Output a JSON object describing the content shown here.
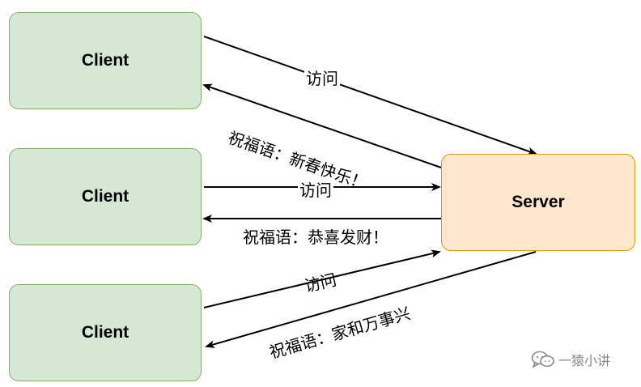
{
  "nodes": {
    "client1": "Client",
    "client2": "Client",
    "client3": "Client",
    "server": "Server"
  },
  "edges": {
    "visit1": "访问",
    "greeting1": "祝福语：新春快乐！",
    "visit2": "访问",
    "greeting2": "祝福语：恭喜发财！",
    "visit3": "访问",
    "greeting3": "祝福语：家和万事兴"
  },
  "watermark": {
    "text": "一猿小讲",
    "icon": "wechat-icon"
  }
}
